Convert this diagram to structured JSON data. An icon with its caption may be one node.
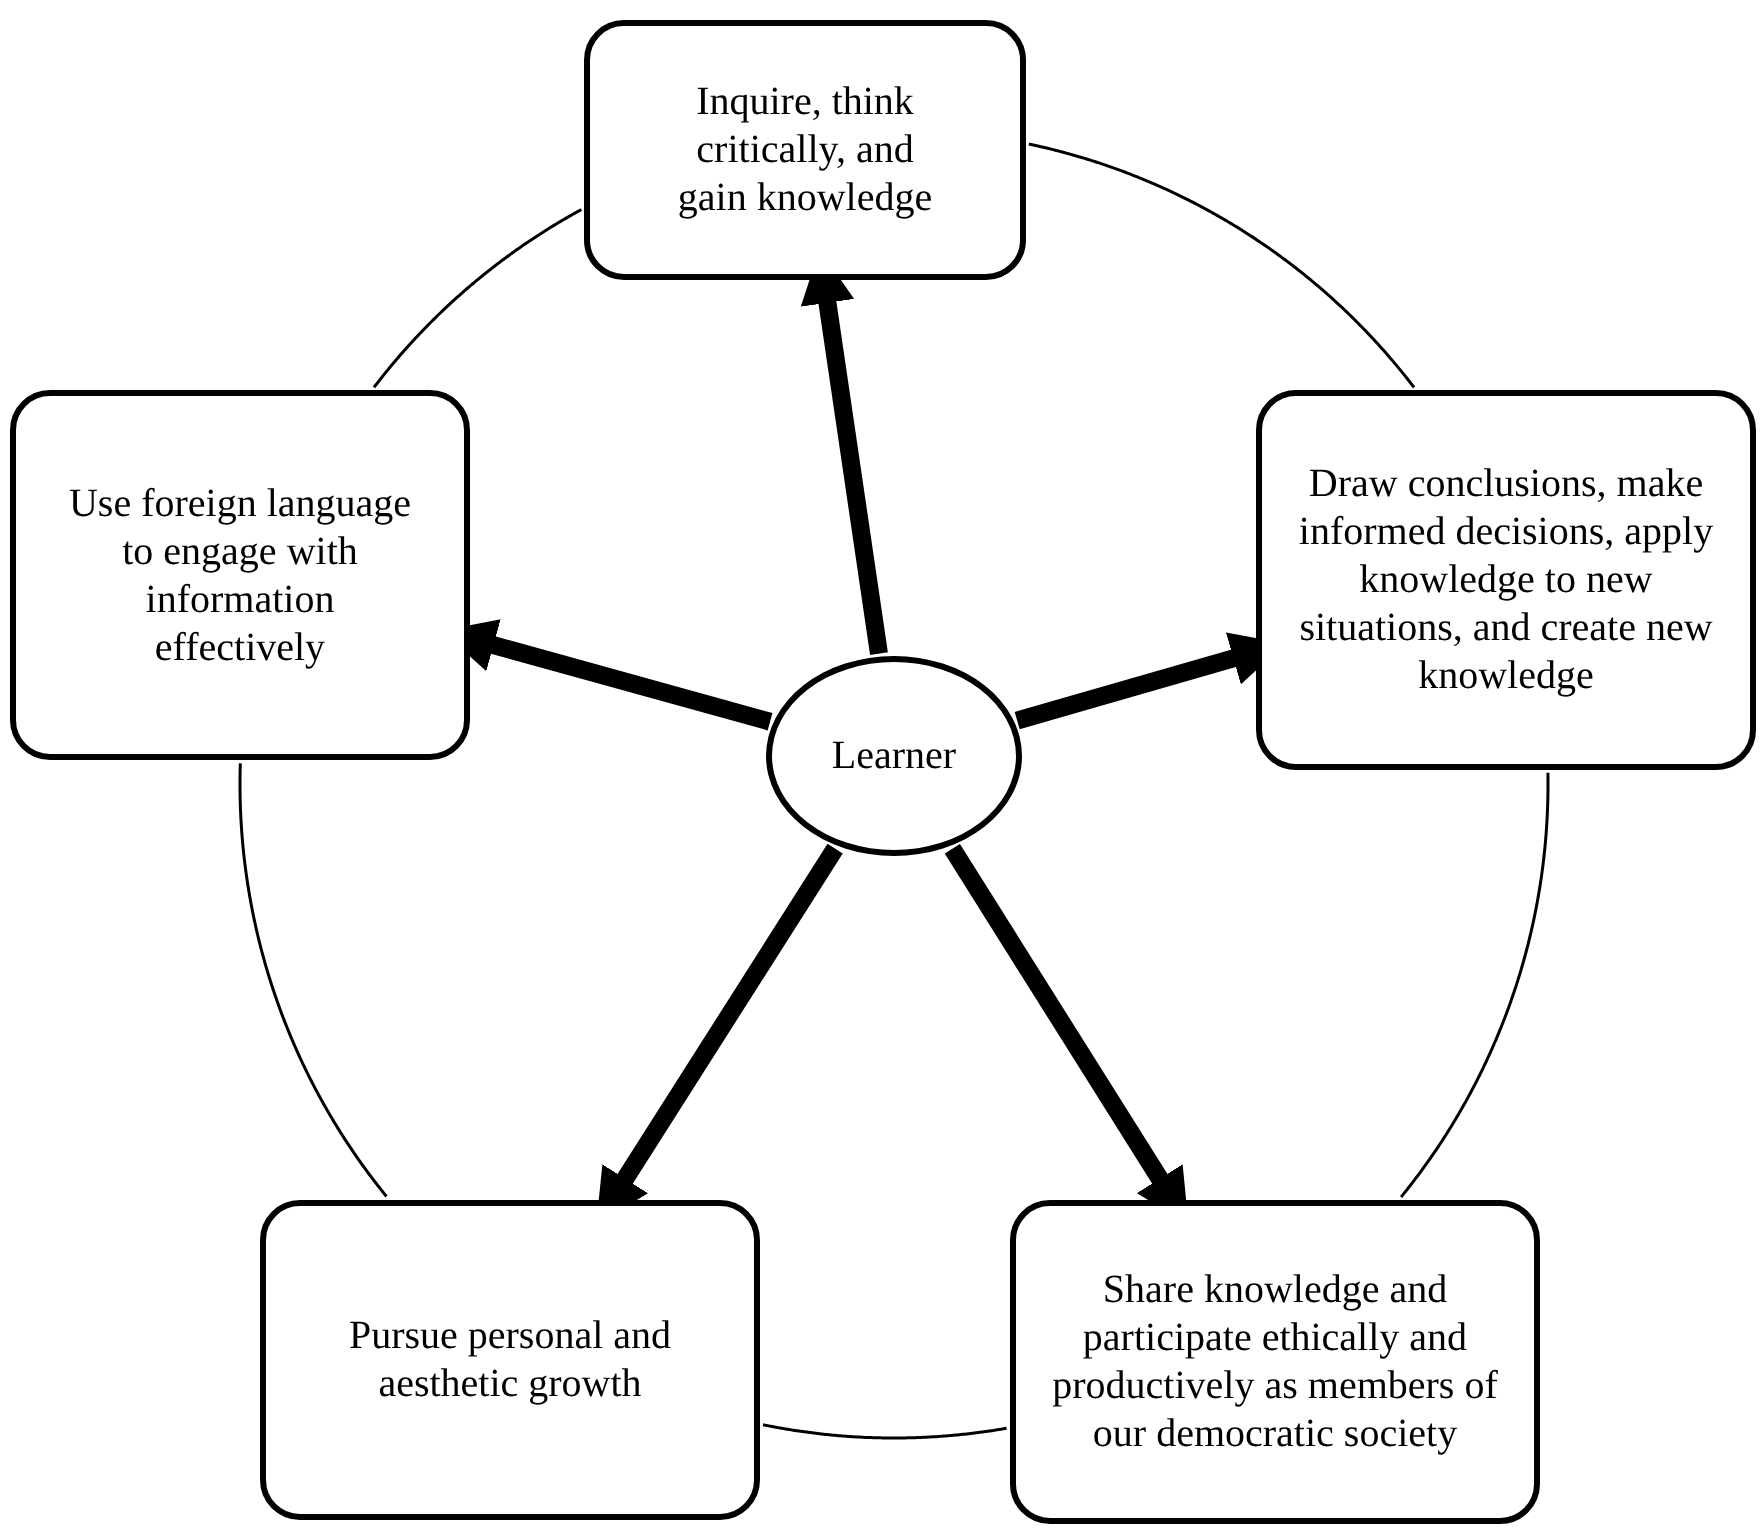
{
  "diagram": {
    "nodes": [
      {
        "text": [
          "Inquire, think critically, and gain knowledge"
        ]
      },
      {
        "text": [
          "Use foreign language to engage with information effectively"
        ]
      },
      {
        "text": [
          "Draw conclusions, make informed decisions, apply knowledge to new situations, and create new knowledge"
        ]
      },
      {
        "text": [
          "Learner"
        ]
      },
      {
        "text": [
          "Pursue personal and aesthetic growth"
        ]
      },
      {
        "text": [
          "Share knowledge and participate ethically and productively as members of our democratic society"
        ]
      }
    ],
    "edges": [
      {
        "from": 3,
        "to": 0,
        "arrow": "to",
        "style": "thick"
      },
      {
        "from": 3,
        "to": 2,
        "arrow": "to",
        "style": "thick"
      },
      {
        "from": 3,
        "to": 5,
        "arrow": "to",
        "style": "thick"
      },
      {
        "from": 3,
        "to": 4,
        "arrow": "to",
        "style": "thick"
      },
      {
        "from": 3,
        "to": 1,
        "arrow": "to",
        "style": "thick"
      },
      {
        "from": 0,
        "to": 2,
        "arrow": "none"
      },
      {
        "from": 2,
        "to": 5,
        "arrow": "none"
      },
      {
        "from": 5,
        "to": 4,
        "arrow": "none"
      },
      {
        "from": 4,
        "to": 1,
        "arrow": "none"
      },
      {
        "from": 1,
        "to": 0,
        "arrow": "none"
      }
    ]
  }
}
